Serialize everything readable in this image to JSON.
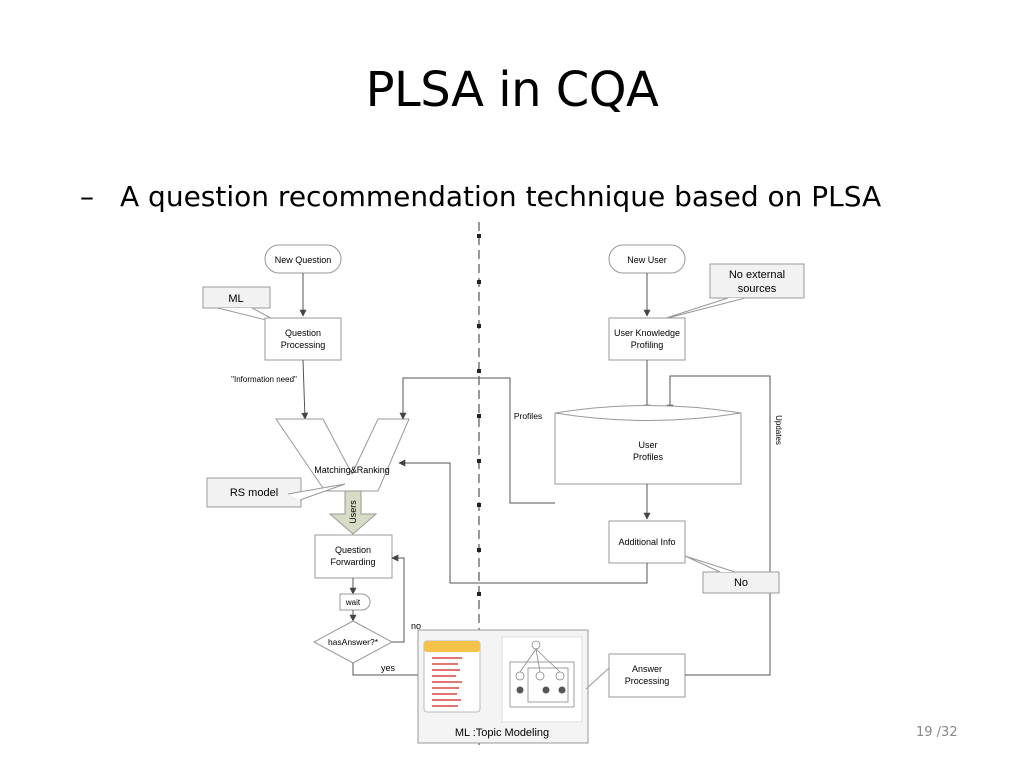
{
  "slide": {
    "title": "PLSA in CQA",
    "bullet_marker": "–",
    "bullet": "A question recommendation technique based on PLSA",
    "page_number": "19 /32"
  },
  "diagram": {
    "new_question": "New Question",
    "new_user": "New User",
    "ml_note": "ML",
    "no_external_line1": "No external",
    "no_external_line2": "sources",
    "question_processing_line1": "Question",
    "question_processing_line2": "Processing",
    "user_knowledge_line1": "User Knowledge",
    "user_knowledge_line2": "Profiling",
    "information_need": "\"Information need\"",
    "profiles_label": "Profiles",
    "updates_label": "Updates",
    "user_profiles_line1": "User",
    "user_profiles_line2": "Profiles",
    "matching_ranking": "Matching&Ranking",
    "rs_model": "RS model",
    "users_arrow": "Users",
    "question_forwarding_line1": "Question",
    "question_forwarding_line2": "Forwarding",
    "additional_info": "Additional Info",
    "no_note": "No",
    "wait": "wait",
    "no_label": "no",
    "has_answer": "hasAnswer?*",
    "yes_label": "yes",
    "answer_processing_line1": "Answer",
    "answer_processing_line2": "Processing",
    "topic_modeling_caption": "ML :Topic Modeling"
  },
  "colors": {
    "line": "#555555",
    "box_border": "#999999",
    "note_fill": "#f2f2f2",
    "users_arrow_fill": "#d7dcc4",
    "thumbnail_header": "#f5c24a",
    "thumbnail_text": "#d9534f",
    "dashed_separator": "#777777"
  }
}
